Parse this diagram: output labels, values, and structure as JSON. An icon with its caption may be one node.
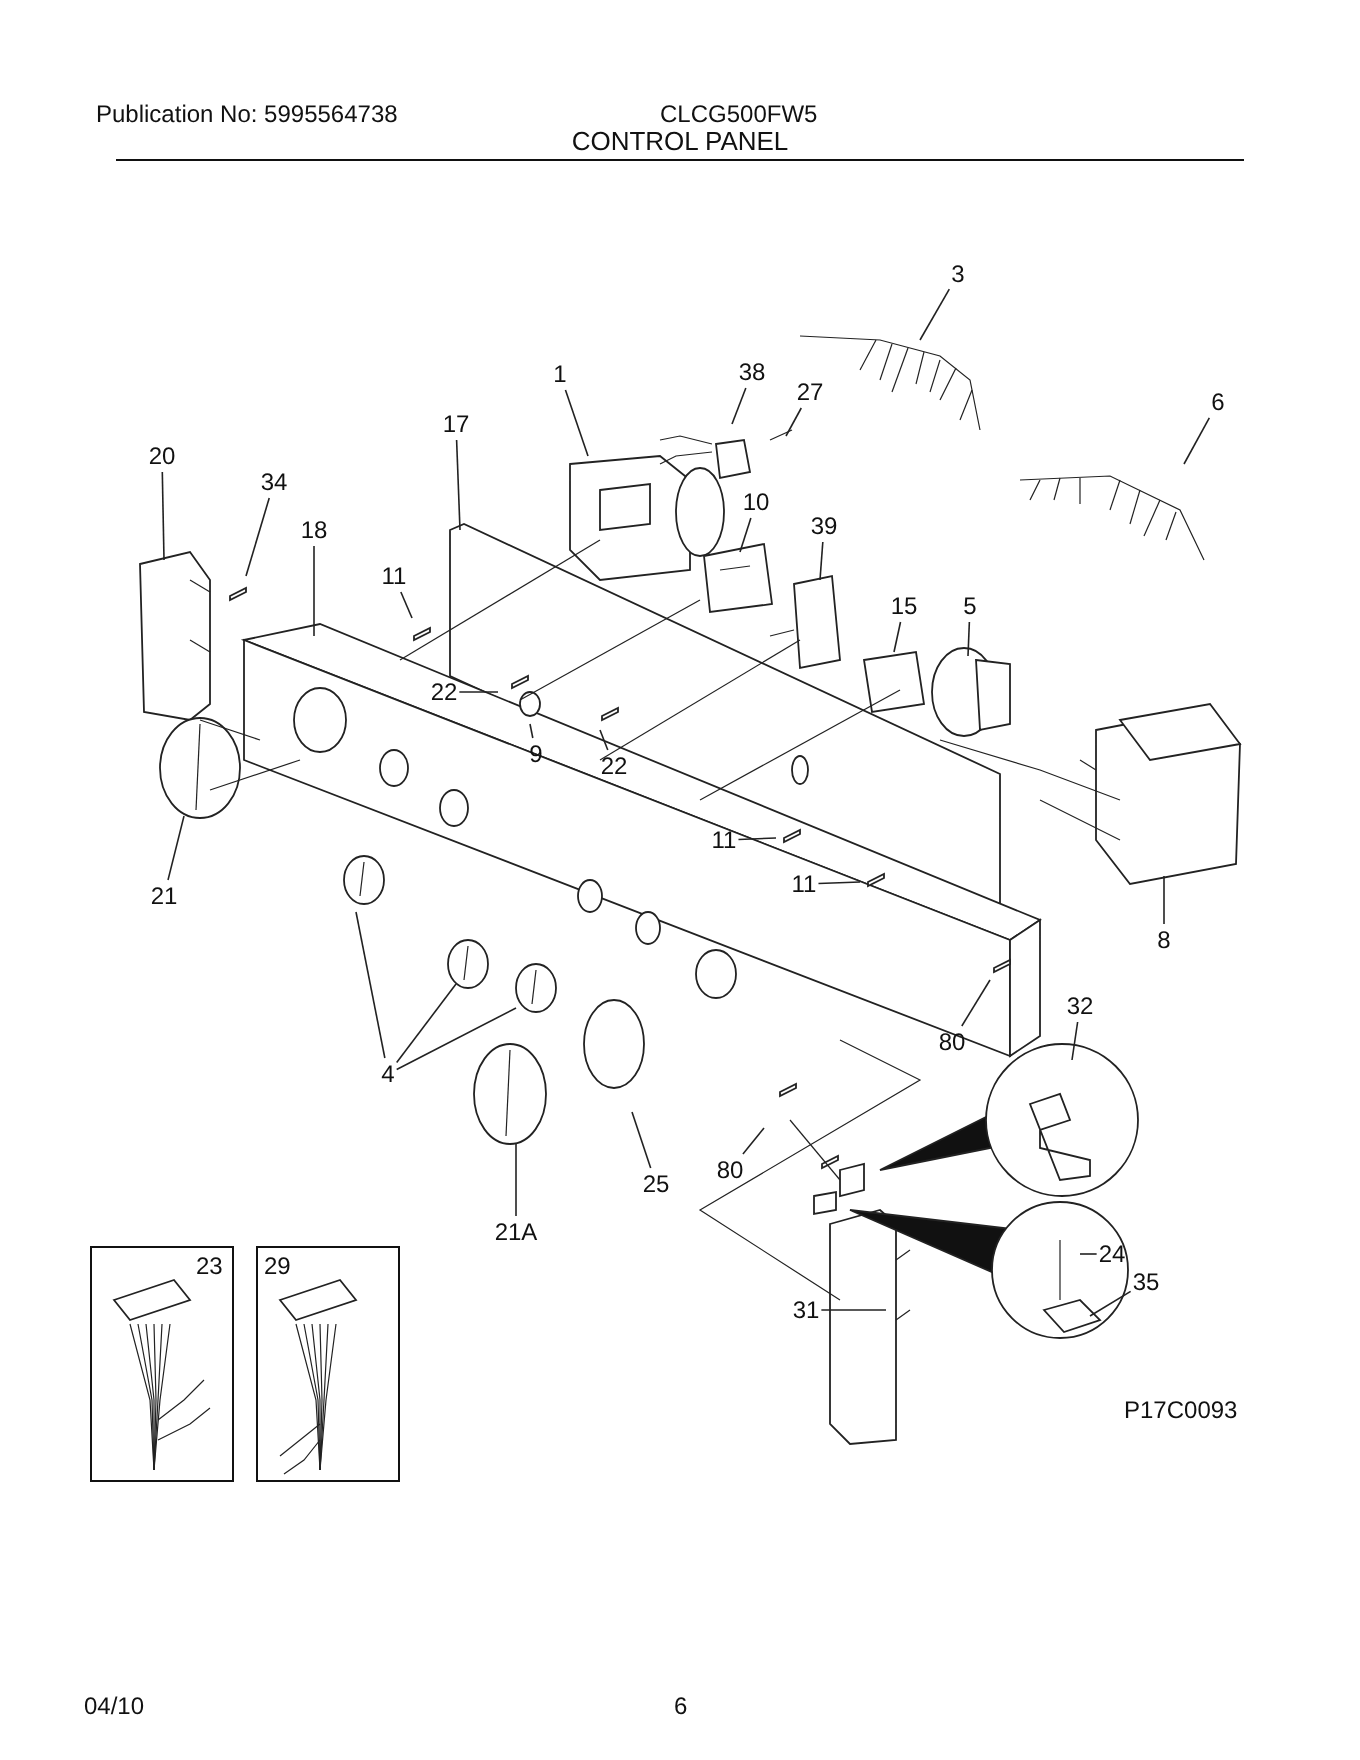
{
  "diagram": {
    "title": "CONTROL PANEL",
    "nodes": [
      {
        "text": [
          "3"
        ]
      },
      {
        "text": [
          "38"
        ]
      },
      {
        "text": [
          "27"
        ]
      },
      {
        "text": [
          "1"
        ]
      },
      {
        "text": [
          "6"
        ]
      },
      {
        "text": [
          "17"
        ]
      },
      {
        "text": [
          "20"
        ]
      },
      {
        "text": [
          "34"
        ]
      },
      {
        "text": [
          "18"
        ]
      },
      {
        "text": [
          "10"
        ]
      },
      {
        "text": [
          "39"
        ]
      },
      {
        "text": [
          "11"
        ]
      },
      {
        "text": [
          "15"
        ]
      },
      {
        "text": [
          "5"
        ]
      },
      {
        "text": [
          "22"
        ]
      },
      {
        "text": [
          "9"
        ]
      },
      {
        "text": [
          "22"
        ]
      },
      {
        "text": [
          "21"
        ]
      },
      {
        "text": [
          "11"
        ]
      },
      {
        "text": [
          "11"
        ]
      },
      {
        "text": [
          "8"
        ]
      },
      {
        "text": [
          "4"
        ]
      },
      {
        "text": [
          "80"
        ]
      },
      {
        "text": [
          "32"
        ]
      },
      {
        "text": [
          "80"
        ]
      },
      {
        "text": [
          "25"
        ]
      },
      {
        "text": [
          "21A"
        ]
      },
      {
        "text": [
          "31"
        ]
      },
      {
        "text": [
          "24"
        ]
      },
      {
        "text": [
          "35"
        ]
      },
      {
        "text": [
          "23"
        ]
      },
      {
        "text": [
          "29"
        ]
      }
    ],
    "edges": [
      {
        "from": 0,
        "to": null,
        "arrow": "none"
      },
      {
        "from": 1,
        "to": null,
        "arrow": "none"
      },
      {
        "from": 2,
        "to": null,
        "arrow": "none"
      },
      {
        "from": 3,
        "to": null,
        "arrow": "none"
      },
      {
        "from": 4,
        "to": null,
        "arrow": "none"
      },
      {
        "from": 5,
        "to": null,
        "arrow": "none"
      },
      {
        "from": 6,
        "to": null,
        "arrow": "none"
      },
      {
        "from": 7,
        "to": null,
        "arrow": "none"
      },
      {
        "from": 8,
        "to": null,
        "arrow": "none"
      },
      {
        "from": 9,
        "to": null,
        "arrow": "none"
      },
      {
        "from": 10,
        "to": null,
        "arrow": "none"
      },
      {
        "from": 11,
        "to": null,
        "arrow": "none"
      },
      {
        "from": 12,
        "to": null,
        "arrow": "none"
      },
      {
        "from": 13,
        "to": null,
        "arrow": "none"
      },
      {
        "from": 14,
        "to": null,
        "arrow": "none"
      },
      {
        "from": 15,
        "to": null,
        "arrow": "none"
      },
      {
        "from": 16,
        "to": null,
        "arrow": "none"
      },
      {
        "from": 17,
        "to": null,
        "arrow": "none"
      },
      {
        "from": 18,
        "to": null,
        "arrow": "none"
      },
      {
        "from": 19,
        "to": null,
        "arrow": "none"
      },
      {
        "from": 20,
        "to": null,
        "arrow": "none"
      },
      {
        "from": 21,
        "to": null,
        "arrow": "none"
      },
      {
        "from": 21,
        "to": null,
        "arrow": "none"
      },
      {
        "from": 21,
        "to": null,
        "arrow": "none"
      },
      {
        "from": 22,
        "to": null,
        "arrow": "none"
      },
      {
        "from": 23,
        "to": null,
        "arrow": "none"
      },
      {
        "from": 24,
        "to": null,
        "arrow": "none"
      },
      {
        "from": 25,
        "to": null,
        "arrow": "none"
      },
      {
        "from": 26,
        "to": null,
        "arrow": "none"
      },
      {
        "from": 27,
        "to": null,
        "arrow": "none"
      },
      {
        "from": 28,
        "to": null,
        "arrow": "none"
      },
      {
        "from": 29,
        "to": null,
        "arrow": "none"
      }
    ],
    "labels": [
      "Publication No: 5995564738",
      "CLCG500FW5",
      "P17C0093",
      "04/10",
      "6"
    ]
  }
}
